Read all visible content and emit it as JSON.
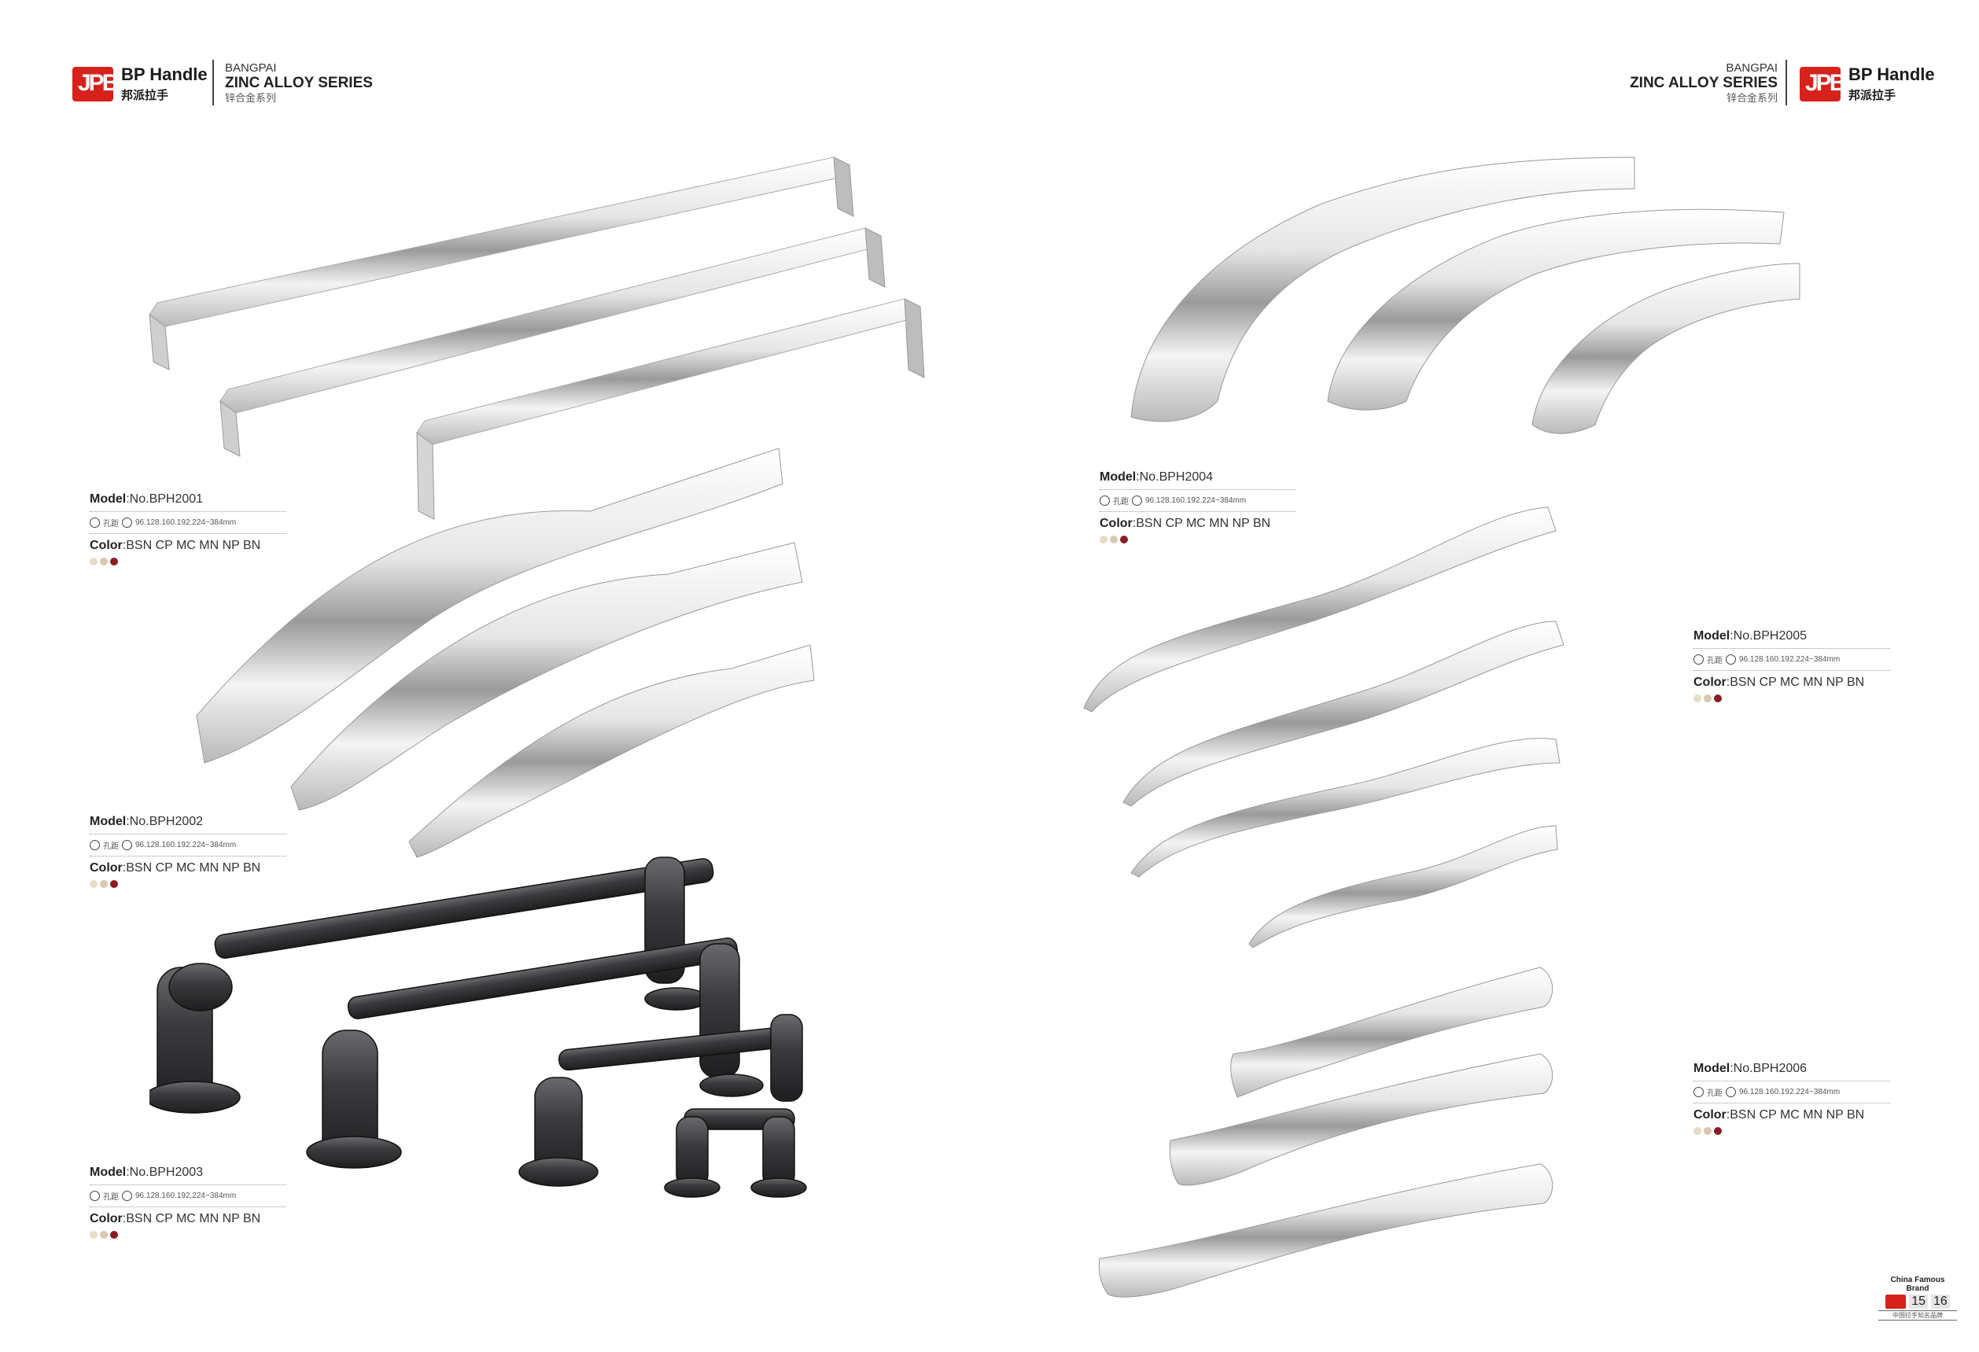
{
  "brand": {
    "name_en": "BP Handle",
    "name_cn": "邦派拉手",
    "logo_mark": "JPB"
  },
  "series": {
    "line1": "BANGPAI",
    "line2": "ZINC ALLOY SERIES",
    "line3": "锌合金系列"
  },
  "products": [
    {
      "model_label": "Model",
      "model": ":No.BPH2001",
      "hole_label": "孔距",
      "hole": "96.128.160.192.224~384mm",
      "color_label": "Color",
      "colors": ":BSN CP MC MN NP BN"
    },
    {
      "model_label": "Model",
      "model": ":No.BPH2002",
      "hole_label": "孔距",
      "hole": "96.128.160.192.224~384mm",
      "color_label": "Color",
      "colors": ":BSN CP MC MN NP BN"
    },
    {
      "model_label": "Model",
      "model": ":No.BPH2003",
      "hole_label": "孔距",
      "hole": "96.128.160.192.224~384mm",
      "color_label": "Color",
      "colors": ":BSN CP MC MN NP BN"
    },
    {
      "model_label": "Model",
      "model": ":No.BPH2004",
      "hole_label": "孔距",
      "hole": "96.128.160.192.224~384mm",
      "color_label": "Color",
      "colors": ":BSN CP MC MN NP BN"
    },
    {
      "model_label": "Model",
      "model": ":No.BPH2005",
      "hole_label": "孔距",
      "hole": "96.128.160.192.224~384mm",
      "color_label": "Color",
      "colors": ":BSN CP MC MN NP BN"
    },
    {
      "model_label": "Model",
      "model": ":No.BPH2006",
      "hole_label": "孔距",
      "hole": "96.128.160.192.224~384mm",
      "color_label": "Color",
      "colors": ":BSN CP MC MN NP BN"
    }
  ],
  "swatch_colors": [
    "#e7dcc6",
    "#d9c8b0",
    "#8a1c22"
  ],
  "footer": {
    "famous": "China Famous Brand",
    "page_left": "15",
    "page_right": "16",
    "cn": "中国拉手知名品牌"
  },
  "colors": {
    "brand_red": "#d7211b",
    "chrome": "#d9d9d9",
    "black_pipe": "#3a3a3c"
  }
}
